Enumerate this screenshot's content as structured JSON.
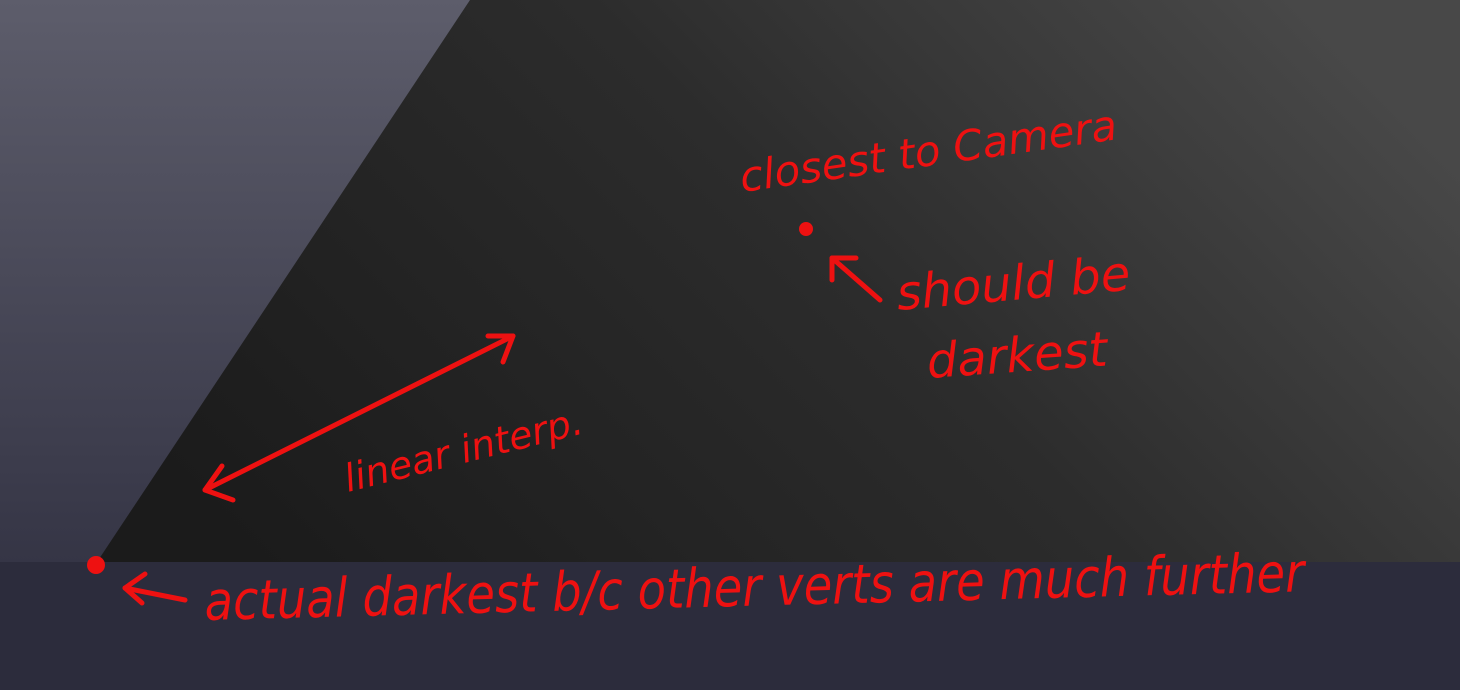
{
  "colors": {
    "annotation": "#ee1111",
    "background_top": "#5d5d6b",
    "background_bottom": "#2c2c3d",
    "surface_left": "#1d1d1d",
    "surface_right": "#474747"
  },
  "annotations": {
    "closest_to_camera": "closest to Camera",
    "should_be_darkest_line1": "should be",
    "should_be_darkest_line2": "darkest",
    "linear_interp": "linear interp.",
    "actual_darkest": "actual darkest b/c other verts are much further"
  }
}
